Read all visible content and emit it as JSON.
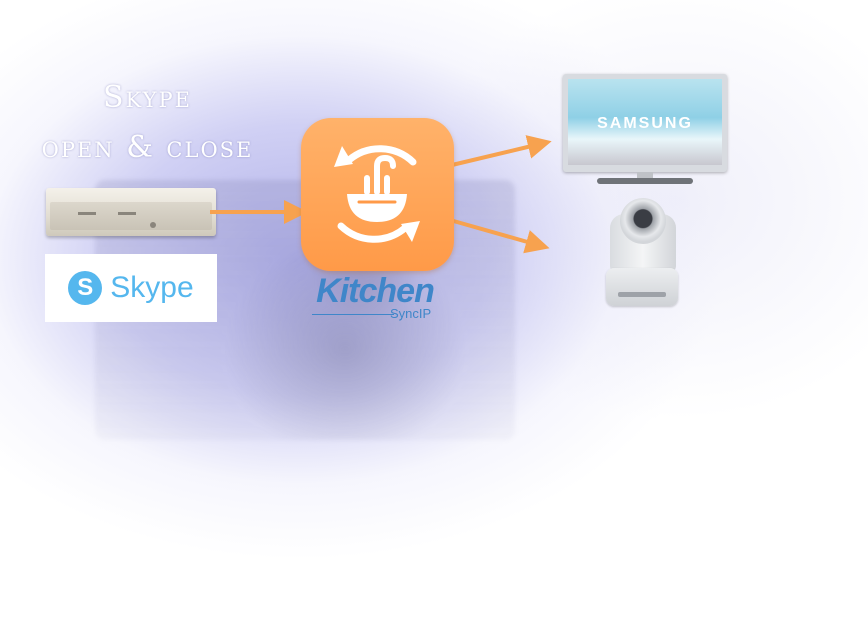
{
  "caption": {
    "line1": "Skype",
    "line2": "open & close"
  },
  "skype_logo": {
    "word": "Skype",
    "mark": "S"
  },
  "app": {
    "name": "Kitchen",
    "sub": "SyncIP",
    "icon": "sink-sync-icon"
  },
  "tv": {
    "brand": "SAMSUNG"
  },
  "colors": {
    "accent": "#ff9a48",
    "brand_blue": "#3f86c9",
    "skype_blue": "#55b7ee"
  }
}
